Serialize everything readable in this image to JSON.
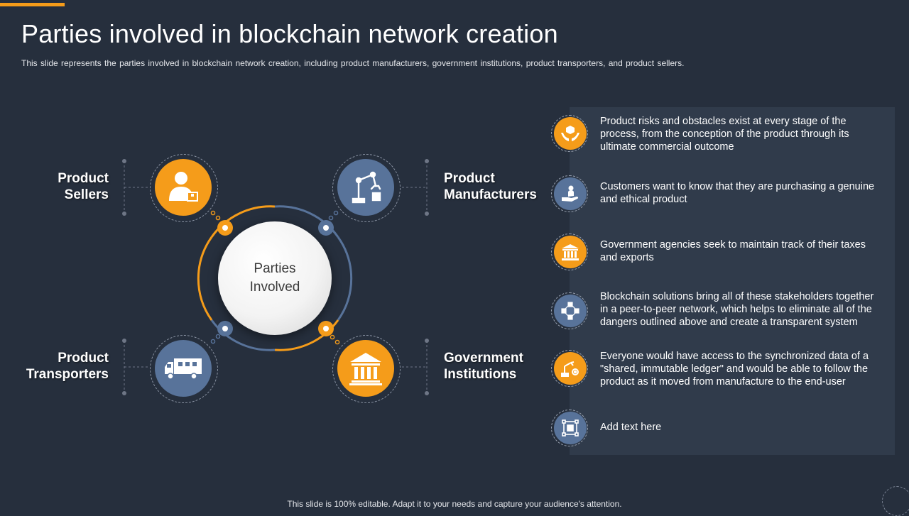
{
  "slide": {
    "title": "Parties involved in blockchain network creation",
    "subtitle": "This slide represents the parties involved  in blockchain network creation, including product manufacturers, government  institutions, product transporters,  and product sellers.",
    "footer": "This slide is 100% editable. Adapt it to your needs and capture your audience's attention."
  },
  "colors": {
    "background": "#262f3d",
    "accent": "#f59c1a",
    "secondary": "#58739a",
    "panel": "#303b4b"
  },
  "center": {
    "line1": "Parties",
    "line2": "Involved"
  },
  "parties": [
    {
      "line1": "Product",
      "line2": "Sellers",
      "icon": "seller-person-icon",
      "color": "orange"
    },
    {
      "line1": "Product",
      "line2": "Manufacturers",
      "icon": "robotic-arm-icon",
      "color": "blue"
    },
    {
      "line1": "Product",
      "line2": "Transporters",
      "icon": "delivery-truck-icon",
      "color": "blue"
    },
    {
      "line1": "Government",
      "line2": "Institutions",
      "icon": "government-building-icon",
      "color": "orange"
    }
  ],
  "points": [
    {
      "text": "Product risks and obstacles exist at every stage of the process, from the conception of the product through its ultimate commercial outcome",
      "icon": "hands-box-icon",
      "color": "orange"
    },
    {
      "text": "Customers want to know that they are purchasing a genuine and ethical product",
      "icon": "hand-person-icon",
      "color": "blue"
    },
    {
      "text": "Government agencies seek to maintain track of their taxes and exports",
      "icon": "bank-building-icon",
      "color": "orange"
    },
    {
      "text": "Blockchain solutions bring all of these stakeholders together in a peer-to-peer network, which helps to eliminate all of the dangers outlined above and create a transparent system",
      "icon": "network-cubes-icon",
      "color": "blue"
    },
    {
      "text": "Everyone would have access to the synchronized data of a \"shared, immutable ledger\" and would be able to follow the product as it moved from manufacture to the end-user",
      "icon": "robot-arm-gear-icon",
      "color": "orange"
    },
    {
      "text": "Add text here",
      "icon": "blockchain-network-icon",
      "color": "blue"
    }
  ]
}
